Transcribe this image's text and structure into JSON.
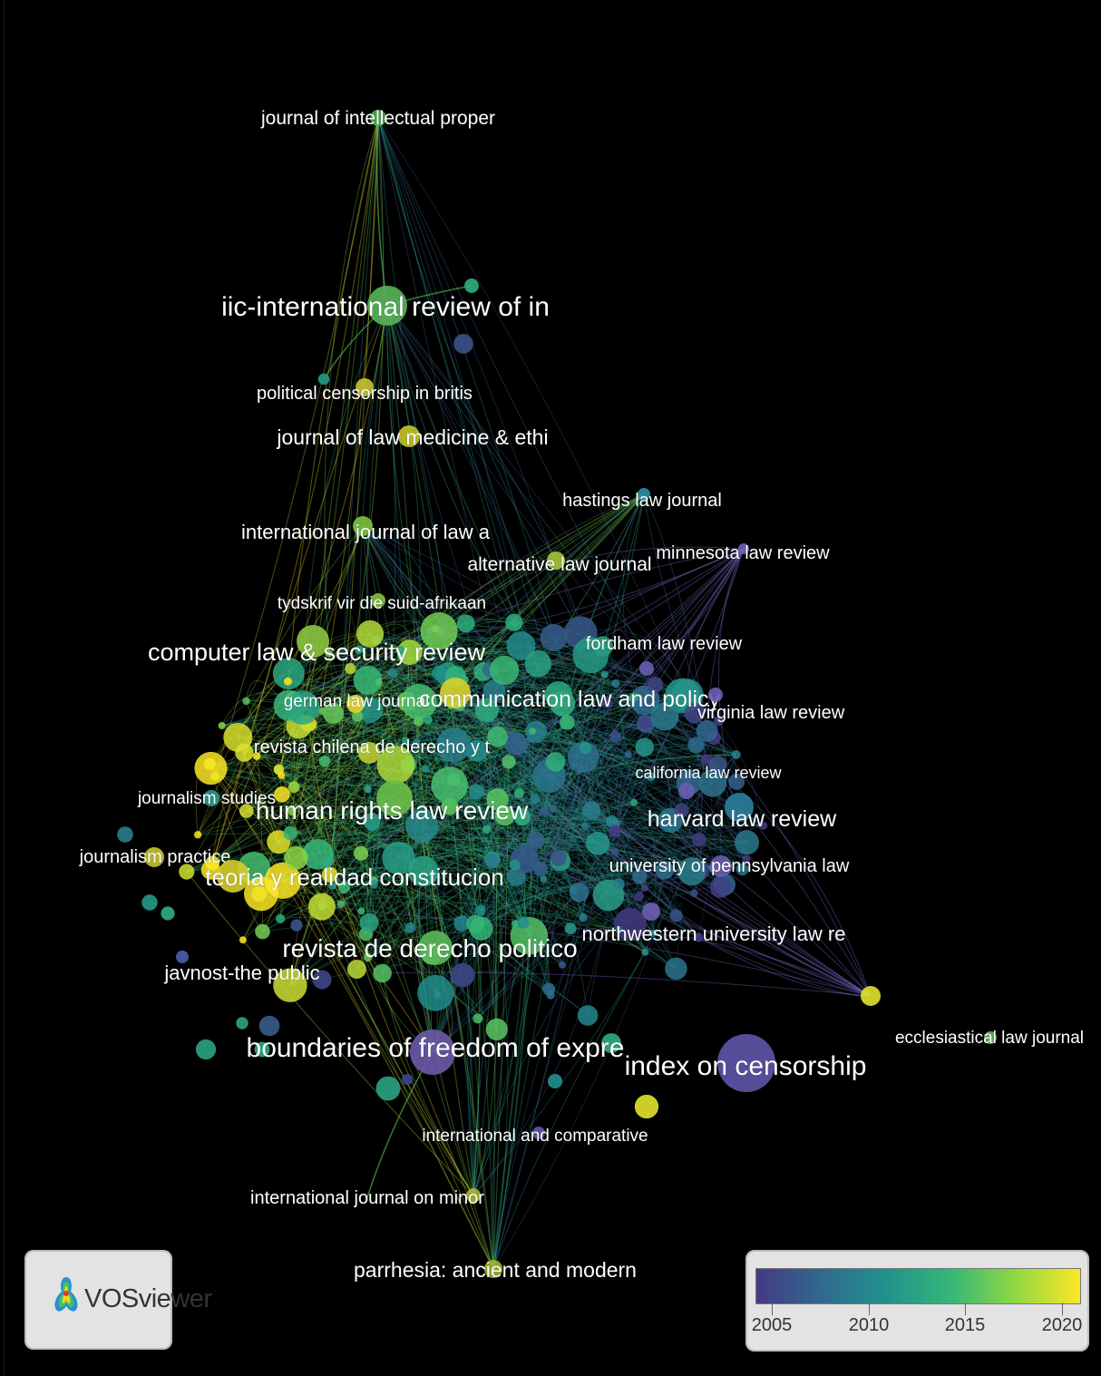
{
  "app": {
    "name": "VOSviewer"
  },
  "legend": {
    "colors": [
      "#443a83",
      "#31688e",
      "#21918c",
      "#35b779",
      "#90d743",
      "#fde725"
    ],
    "ticks": [
      "2005",
      "2010",
      "2015",
      "2020"
    ]
  },
  "nodes": [
    {
      "label": "journal of intellectual proper",
      "color": "#4caf50"
    },
    {
      "label": "iic-international review of in",
      "color": "#58b55a"
    },
    {
      "label": "political censorship in britis",
      "color": "#c9c630"
    },
    {
      "label": "journal of law medicine & ethi",
      "color": "#c7c52a"
    },
    {
      "label": "hastings law journal",
      "color": "#2f8fa7"
    },
    {
      "label": "international journal of law a",
      "color": "#7ec242"
    },
    {
      "label": "alternative law journal",
      "color": "#a9c43a"
    },
    {
      "label": "minnesota law review",
      "color": "#6d62b8"
    },
    {
      "label": "tydskrif vir die suid-afrikaan",
      "color": "#85c33d"
    },
    {
      "label": "computer law & security review",
      "color": "#8cc63f"
    },
    {
      "label": "fordham law review",
      "color": "#6a5fb3"
    },
    {
      "label": "german law journal",
      "color": "#e5d925"
    },
    {
      "label": "communication law and policy",
      "color": "#d8d22c"
    },
    {
      "label": "virginia law review",
      "color": "#6b5fb5"
    },
    {
      "label": "revista chilena de derecho y t",
      "color": "#b8cc34"
    },
    {
      "label": "california law review",
      "color": "#6a5cb0"
    },
    {
      "label": "journalism studies",
      "color": "#2a9d8f"
    },
    {
      "label": "human rights law review",
      "color": "#6cc04a"
    },
    {
      "label": "harvard law review",
      "color": "#2c7fa0"
    },
    {
      "label": "journalism practice",
      "color": "#c5c530"
    },
    {
      "label": "university of pennsylvania law",
      "color": "#6a5cb0"
    },
    {
      "label": "teoria y realidad constitucion",
      "color": "#d6cf28"
    },
    {
      "label": "northwestern university law re",
      "color": "#6d5fb5"
    },
    {
      "label": "revista de derecho politico",
      "color": "#5ab85a"
    },
    {
      "label": "javnost-the public",
      "color": "#4a5fae"
    },
    {
      "label": "boundaries of freedom of expre",
      "color": "#6a5aa8"
    },
    {
      "label": "index on censorship",
      "color": "#5f55a8"
    },
    {
      "label": "ecclesiastical law journal",
      "color": "#5db85b"
    },
    {
      "label": "international and comparative",
      "color": "#5e56a8"
    },
    {
      "label": "international journal on minor",
      "color": "#a9b932"
    },
    {
      "label": "parrhesia: ancient and modern",
      "color": "#a2b52f"
    }
  ]
}
